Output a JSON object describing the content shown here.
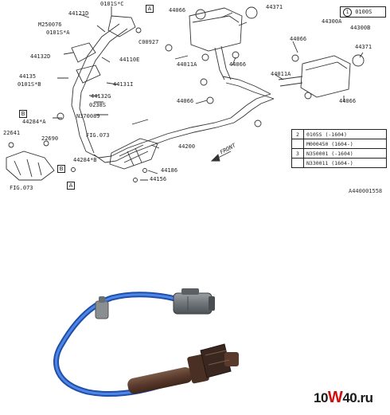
{
  "diagram": {
    "part_labels": [
      {
        "id": "l01",
        "text": "0101S*C"
      },
      {
        "id": "l02",
        "text": "44121D"
      },
      {
        "id": "l03",
        "text": "M250076"
      },
      {
        "id": "l04",
        "text": "0101S*A"
      },
      {
        "id": "l05",
        "text": "C00927"
      },
      {
        "id": "l06",
        "text": "44132D"
      },
      {
        "id": "l07",
        "text": "44110E"
      },
      {
        "id": "l08",
        "text": "44135"
      },
      {
        "id": "l09",
        "text": "0101S*B"
      },
      {
        "id": "l10",
        "text": "44131I"
      },
      {
        "id": "l11",
        "text": "44132G"
      },
      {
        "id": "l12",
        "text": "0238S"
      },
      {
        "id": "l13",
        "text": "N370089"
      },
      {
        "id": "l14",
        "text": "44284*A"
      },
      {
        "id": "l15",
        "text": "22641"
      },
      {
        "id": "l16",
        "text": "22690"
      },
      {
        "id": "l17",
        "text": "FIG.073"
      },
      {
        "id": "l18",
        "text": "44284*B"
      },
      {
        "id": "l19",
        "text": "FIG.073"
      },
      {
        "id": "l20",
        "text": "44200"
      },
      {
        "id": "l21",
        "text": "44186"
      },
      {
        "id": "l22",
        "text": "44156"
      },
      {
        "id": "l23",
        "text": "44066"
      },
      {
        "id": "l24",
        "text": "44371"
      },
      {
        "id": "l25",
        "text": "44300A"
      },
      {
        "id": "l26",
        "text": "44011A"
      },
      {
        "id": "l27",
        "text": "44066"
      },
      {
        "id": "l28",
        "text": "44066"
      },
      {
        "id": "l29",
        "text": "44300B"
      },
      {
        "id": "l30",
        "text": "44371"
      },
      {
        "id": "l31",
        "text": "44011A"
      },
      {
        "id": "l32",
        "text": "44066"
      },
      {
        "id": "l33",
        "text": "44066"
      },
      {
        "id": "l34",
        "text": "FRONT"
      }
    ],
    "ref_boxes": [
      {
        "id": "b1",
        "text": "A"
      },
      {
        "id": "b2",
        "text": "B"
      },
      {
        "id": "b3",
        "text": "B"
      },
      {
        "id": "b4",
        "text": "A"
      }
    ],
    "legend_top": {
      "mark": "1",
      "text": "0100S"
    },
    "legend_table": [
      {
        "mark": "2",
        "text": "0105S    (-1604)"
      },
      {
        "mark": "",
        "text": "M000450 (1604-)"
      },
      {
        "mark": "3",
        "text": "N350001  (-1604)"
      },
      {
        "mark": "",
        "text": "N330011 (1604-)"
      }
    ],
    "diagram_code": "A440001558"
  },
  "photo": {
    "subject": "oxygen-sensor",
    "wire_color": "#3a6fd0",
    "connector_color": "#6e7478",
    "sensor_color": "#5a3a2c"
  },
  "watermark": {
    "part1": "10",
    "part2": "W",
    "part3": "40",
    "part4": ".ru"
  }
}
